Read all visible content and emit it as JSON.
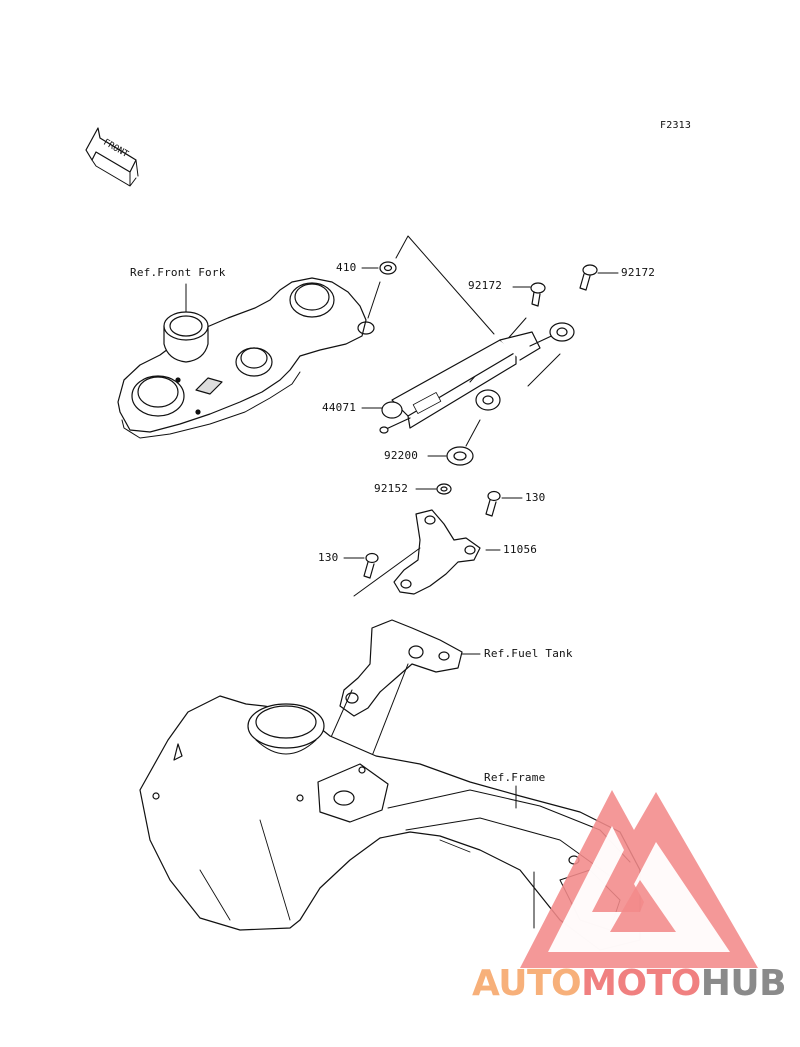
{
  "figure_code": "F2313",
  "front_arrow_text": "FRONT",
  "callouts": {
    "ref_front_fork": "Ref.Front Fork",
    "p410": "410",
    "p92172_left": "92172",
    "p92172_right": "92172",
    "p44071": "44071",
    "p92200": "92200",
    "p92152": "92152",
    "p130_right": "130",
    "p11056": "11056",
    "p130_left": "130",
    "ref_fuel_tank": "Ref.Fuel Tank",
    "ref_frame": "Ref.Frame"
  },
  "watermark": {
    "part1": "AUTO",
    "part2": "MOTO",
    "part3": "HUB",
    "colors": {
      "auto": "#f7b07a",
      "moto": "#f08080",
      "hub": "#8a8a8a",
      "triangle": "#f28a8a"
    }
  }
}
